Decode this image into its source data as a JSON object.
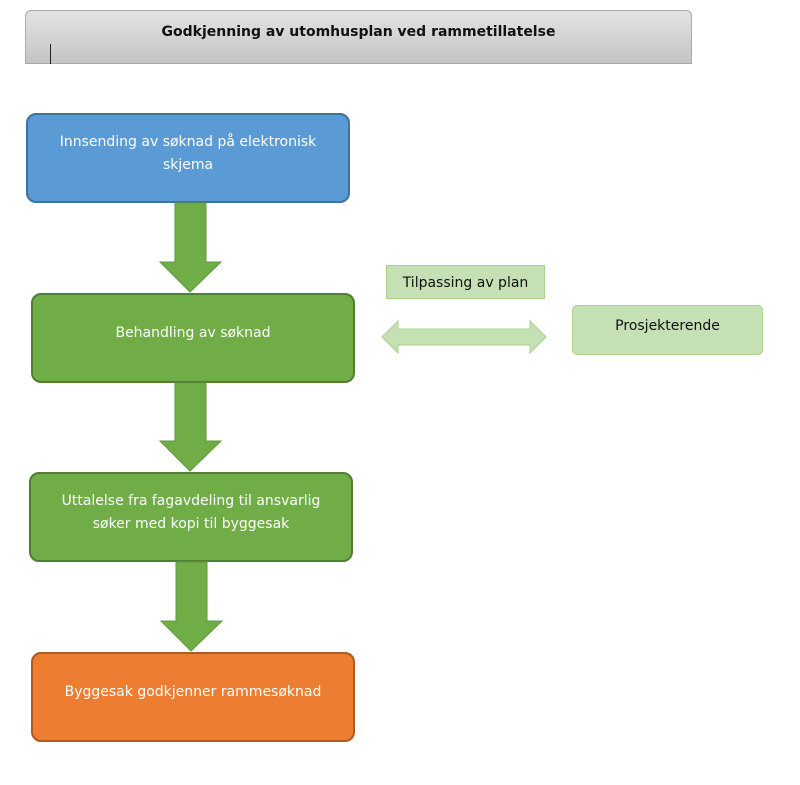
{
  "title": "Godkjenning av utomhusplan ved rammetillatelse",
  "steps": [
    {
      "id": "innsending",
      "label": "Innsending av søknad på elektronisk skjema"
    },
    {
      "id": "behandling",
      "label": "Behandling av søknad"
    },
    {
      "id": "uttalelse",
      "label": "Uttalelse fra fagavdeling til ansvarlig søker med kopi til byggesak"
    },
    {
      "id": "godkjenner",
      "label": "Byggesak godkjenner rammesøknad"
    }
  ],
  "side": {
    "connector_label": "Tilpassing av plan",
    "partner": "Prosjekterende"
  },
  "colors": {
    "blue": "#5b9bd5",
    "green": "#70ad47",
    "orange": "#ed7d31",
    "light_green": "#c5e0b4",
    "arrow_green": "#70ad47",
    "arrow_light": "#c5e0b4"
  }
}
